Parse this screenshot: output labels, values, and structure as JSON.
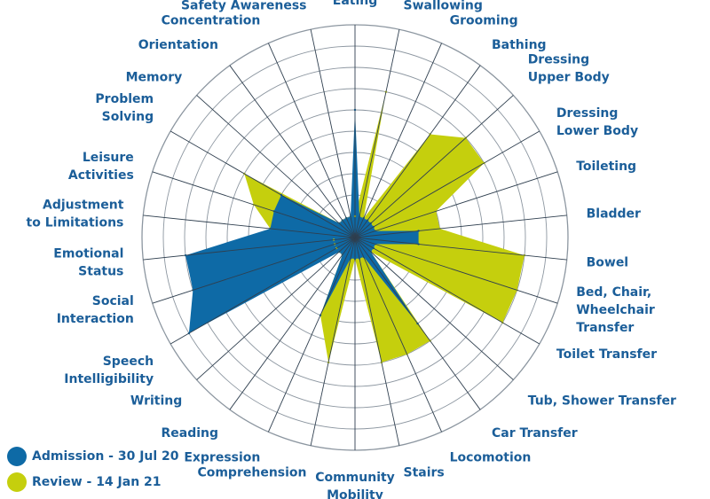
{
  "chart_data": {
    "type": "radar",
    "rings": 10,
    "rlim": [
      0,
      10
    ],
    "grid": true,
    "legend_position": "bottom-left",
    "axes": [
      [
        "Eating"
      ],
      [
        "Swallowing"
      ],
      [
        "Grooming"
      ],
      [
        "Bathing"
      ],
      [
        "Dressing",
        "Upper Body"
      ],
      [
        "Dressing",
        "Lower Body"
      ],
      [
        "Toileting"
      ],
      [
        "Bladder"
      ],
      [
        "Bowel"
      ],
      [
        "Bed, Chair,",
        "Wheelchair",
        "Transfer"
      ],
      [
        "Toilet Transfer"
      ],
      [
        "Tub, Shower Transfer"
      ],
      [
        "Car Transfer"
      ],
      [
        "Locomotion"
      ],
      [
        "Stairs"
      ],
      [
        "Community",
        "Mobility"
      ],
      [
        "Comprehension"
      ],
      [
        "Expression"
      ],
      [
        "Reading"
      ],
      [
        "Writing"
      ],
      [
        "Speech",
        "Intelligibility"
      ],
      [
        "Social",
        "Interaction"
      ],
      [
        "Emotional",
        "Status"
      ],
      [
        "Adjustment",
        "to Limitations"
      ],
      [
        "Leisure",
        "Activities"
      ],
      [
        "Problem",
        "Solving"
      ],
      [
        "Memory"
      ],
      [
        "Orientation"
      ],
      [
        "Concentration"
      ],
      [
        "Safety Awareness"
      ]
    ],
    "series": [
      {
        "name": "Admission - 30 Jul 20",
        "color": "#0e6aa6",
        "values": [
          6,
          1,
          1,
          1,
          1,
          1,
          1,
          3,
          3,
          1,
          1,
          1,
          5,
          1,
          1,
          1,
          1,
          4,
          1,
          1,
          9,
          8,
          8,
          4,
          4,
          4,
          1,
          1,
          1,
          1
        ]
      },
      {
        "name": "Review - 14 Jan 21",
        "color": "#c5cf0d",
        "values": [
          1,
          7,
          1,
          6,
          7,
          7,
          4,
          4,
          8,
          8,
          8,
          1,
          6,
          6,
          6,
          1,
          6,
          4,
          1,
          1,
          1,
          1,
          1,
          4,
          5,
          6,
          1,
          1,
          1,
          1
        ]
      }
    ]
  },
  "legend": [
    {
      "label": "Admission - 30 Jul 20",
      "color": "#0e6aa6"
    },
    {
      "label": "Review - 14 Jan 21",
      "color": "#c5cf0d"
    }
  ]
}
